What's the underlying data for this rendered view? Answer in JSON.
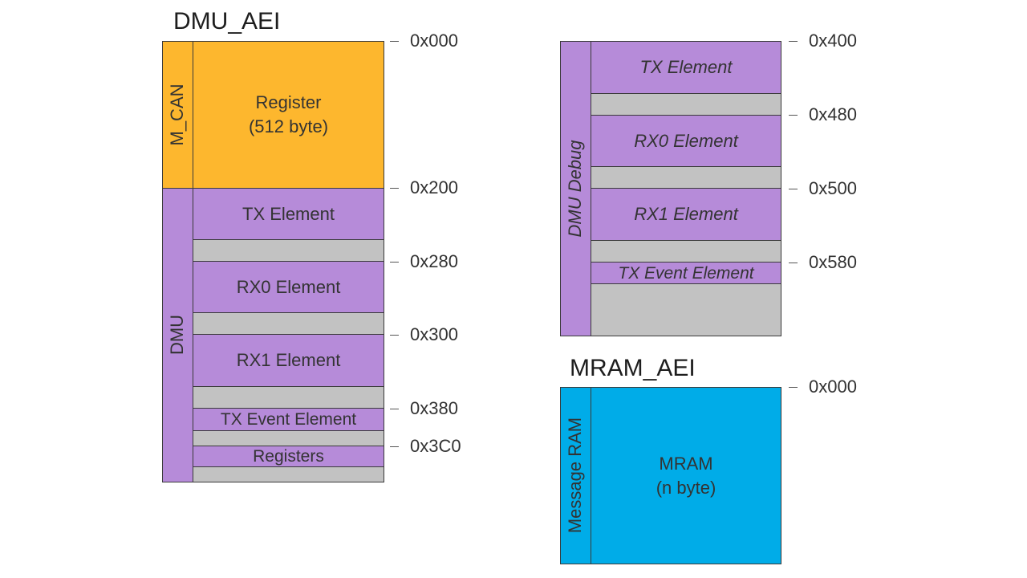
{
  "colors": {
    "orange": "#fdb72e",
    "purple": "#b68bd9",
    "gray": "#c2c2c2",
    "blue": "#00ace8",
    "border": "#3a3a3a"
  },
  "dmu_aei": {
    "title": "DMU_AEI",
    "side_labels": {
      "m_can": "M_CAN",
      "dmu": "DMU"
    },
    "register": {
      "line1": "Register",
      "line2": "(512 byte)"
    },
    "elements": {
      "tx": "TX Element",
      "rx0": "RX0 Element",
      "rx1": "RX1 Element",
      "tx_event": "TX Event Element",
      "registers": "Registers"
    },
    "addresses": [
      "0x000",
      "0x200",
      "0x280",
      "0x300",
      "0x380",
      "0x3C0"
    ]
  },
  "dmu_debug": {
    "side_label": "DMU Debug",
    "elements": {
      "tx": "TX Element",
      "rx0": "RX0 Element",
      "rx1": "RX1 Element",
      "tx_event": "TX Event Element"
    },
    "addresses": [
      "0x400",
      "0x480",
      "0x500",
      "0x580"
    ]
  },
  "mram_aei": {
    "title": "MRAM_AEI",
    "side_label": "Message RAM",
    "block": {
      "line1": "MRAM",
      "line2": "(n byte)"
    },
    "addresses": [
      "0x000"
    ]
  }
}
